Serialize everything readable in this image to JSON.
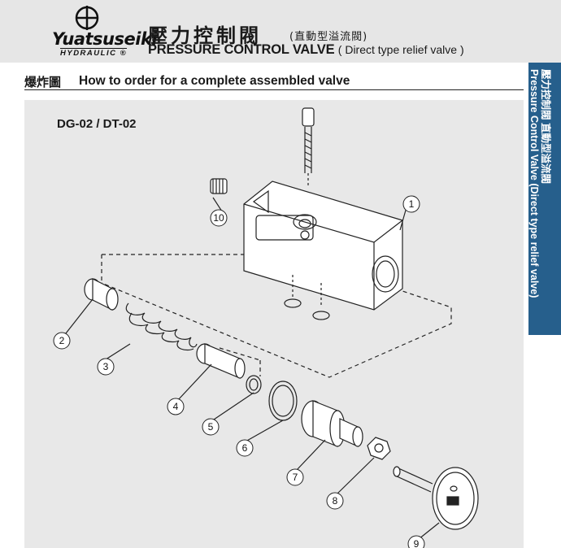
{
  "header": {
    "logo_word": "Yuatsuseiki",
    "logo_sub": "HYDRAULIC",
    "logo_registered": "®",
    "title_cjk": "壓力控制閥",
    "title_cjk_sub": "(直動型溢流閥)",
    "title_en": "PRESSURE CONTROL VALVE",
    "title_en_sub": "( Direct type relief valve )"
  },
  "section": {
    "heading_cjk": "爆炸圖",
    "heading_en": "How to order for a complete assembled valve"
  },
  "side_tab": {
    "line1": "壓力控制閥  直動型溢流閥",
    "line2": "Pressure Control Valve (Direct type relief valve)",
    "color": "#265f8c"
  },
  "diagram": {
    "model": "DG-02 / DT-02",
    "callouts": [
      "1",
      "2",
      "3",
      "4",
      "5",
      "6",
      "7",
      "8",
      "9",
      "10"
    ]
  },
  "colors": {
    "header_bg": "#e6e6e6",
    "panel_bg": "#e8e8e8"
  }
}
